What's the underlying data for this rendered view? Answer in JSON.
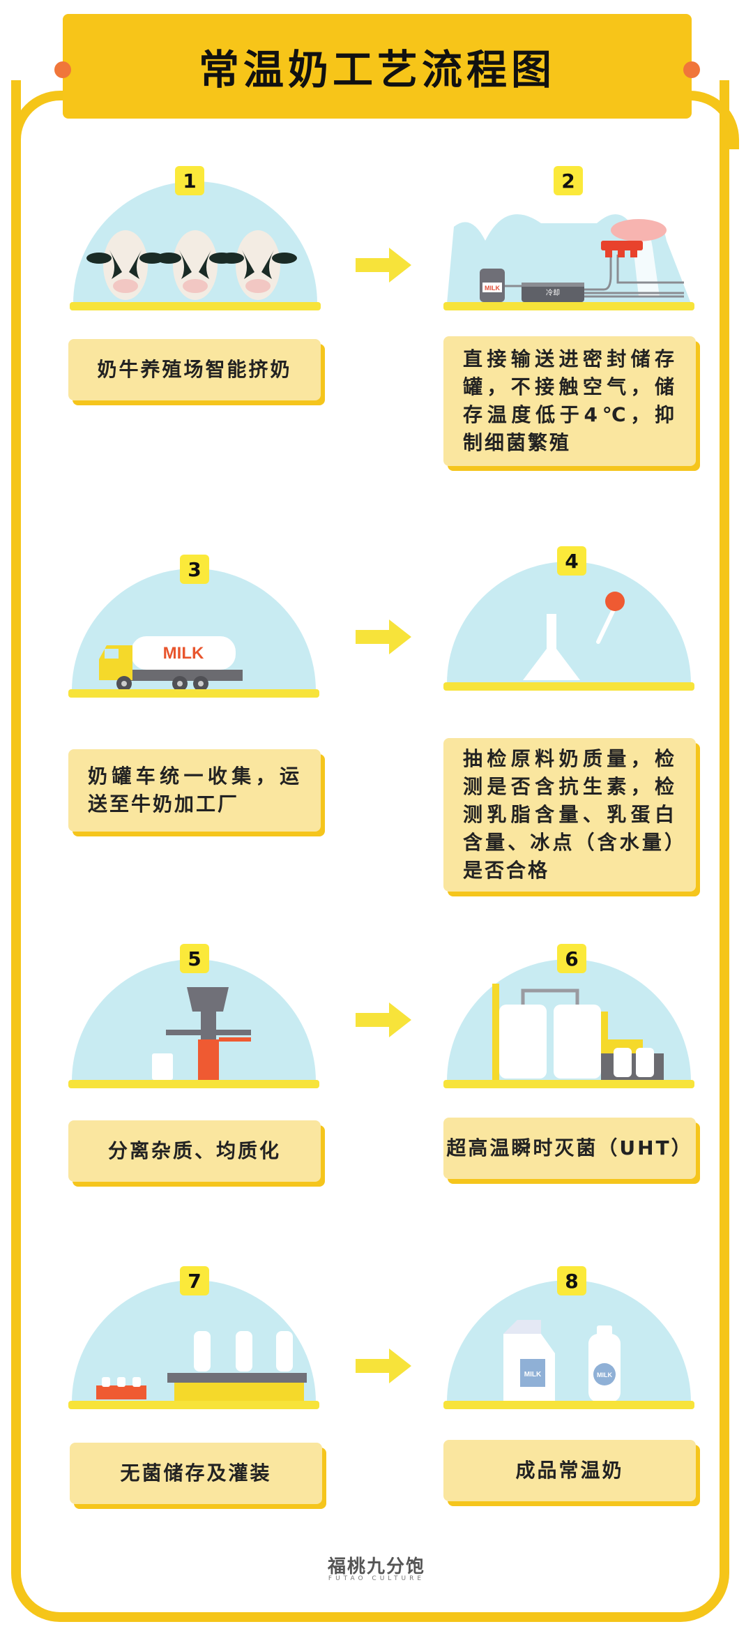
{
  "header": {
    "title": "常温奶工艺流程图"
  },
  "steps": [
    {
      "number": "1",
      "text": "奶牛养殖场智能挤奶"
    },
    {
      "number": "2",
      "text": "直接输送进密封储存罐，不接触空气，储存温度低于4℃，抑制细菌繁殖",
      "tank_label": "冷却"
    },
    {
      "number": "3",
      "text": "奶罐车统一收集，运送至牛奶加工厂",
      "truck_label": "MILK"
    },
    {
      "number": "4",
      "text": "抽检原料奶质量，检测是否含抗生素，检测乳脂含量、乳蛋白含量、冰点（含水量）是否合格"
    },
    {
      "number": "5",
      "text": "分离杂质、均质化"
    },
    {
      "number": "6",
      "text": "超高温瞬时灭菌（UHT）"
    },
    {
      "number": "7",
      "text": "无菌储存及灌装"
    },
    {
      "number": "8",
      "text": "成品常温奶",
      "carton_label": "MILK",
      "bottle_label": "MILK"
    }
  ],
  "bottle_label_small": "MILK",
  "footer": {
    "logo": "福桃九分饱",
    "logo_sub": "FUTAO CULTURE"
  },
  "colors": {
    "yellow": "#f5c519",
    "card": "#fae69f",
    "sky": "#c8ebf2",
    "orange": "#f0763a",
    "badge": "#fbe93a"
  }
}
